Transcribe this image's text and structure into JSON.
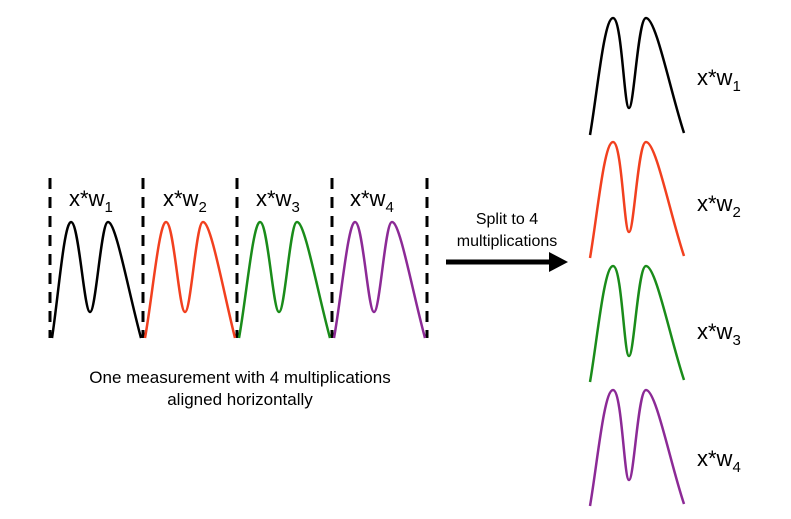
{
  "combined": {
    "segments": [
      {
        "base": "x*w",
        "sub": "1",
        "color": "#000000"
      },
      {
        "base": "x*w",
        "sub": "2",
        "color": "#f2401f"
      },
      {
        "base": "x*w",
        "sub": "3",
        "color": "#1a8c1a"
      },
      {
        "base": "x*w",
        "sub": "4",
        "color": "#8c2a96"
      }
    ],
    "caption_line1": "One measurement with 4 multiplications",
    "caption_line2": "aligned horizontally",
    "divider_color": "#000000"
  },
  "arrow": {
    "label_line1": "Split to 4",
    "label_line2": "multiplications",
    "color": "#000000"
  },
  "split": {
    "items": [
      {
        "base": "x*w",
        "sub": "1",
        "color": "#000000"
      },
      {
        "base": "x*w",
        "sub": "2",
        "color": "#f2401f"
      },
      {
        "base": "x*w",
        "sub": "3",
        "color": "#1a8c1a"
      },
      {
        "base": "x*w",
        "sub": "4",
        "color": "#8c2a96"
      }
    ]
  }
}
